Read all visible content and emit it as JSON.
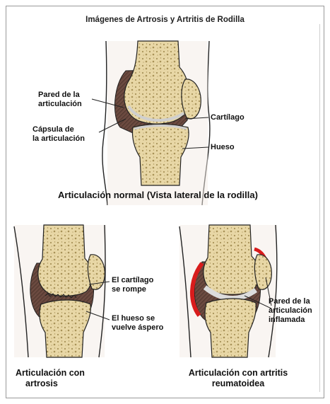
{
  "title": "Imágenes de Artrosis y Artritis de Rodilla",
  "normal": {
    "caption": "Articulación normal (Vista lateral de la rodilla)",
    "labels": {
      "wall_line1": "Pared de la",
      "wall_line2": "articulación",
      "capsule_line1": "Cápsula de",
      "capsule_line2": "la articulación",
      "cartilage": "Cartílago",
      "bone": "Hueso"
    }
  },
  "artrosis": {
    "caption_line1": "Articulación con",
    "caption_line2": "artrosis",
    "labels": {
      "cartilage_line1": "El cartílago",
      "cartilage_line2": "se rompe",
      "bone_line1": "El hueso se",
      "bone_line2": "vuelve áspero"
    }
  },
  "artritis": {
    "caption_line1": "Articulación con artritis",
    "caption_line2": "reumatoidea",
    "labels": {
      "wall_line1": "Pared de la",
      "wall_line2": "articulación",
      "wall_line3": "inflamada"
    }
  },
  "colors": {
    "bone": "#e8d7a6",
    "bone_dark": "#b8a46e",
    "capsule": "#6b4a40",
    "cartilage": "#dcdcdc",
    "inflamed": "#d81c1c",
    "skin": "#f3ece6"
  }
}
